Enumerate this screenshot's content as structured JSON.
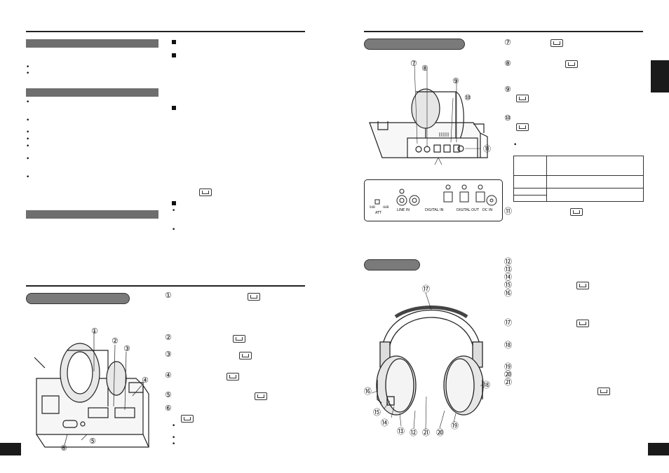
{
  "left_page": {
    "bullets_top": [
      "•",
      "•"
    ],
    "bullets_middle": [
      "•",
      "•",
      "•",
      "•",
      "•",
      "•"
    ],
    "bullets_right": [
      "•",
      "•"
    ],
    "callouts": [
      "①",
      "②",
      "③",
      "④",
      "⑤",
      "⑥"
    ],
    "sub_bullets": [
      "•",
      "•",
      "•"
    ]
  },
  "right_page": {
    "callouts_back": [
      "⑦",
      "⑧",
      "⑨",
      "⑩",
      "⑪"
    ],
    "callouts_phone": [
      "⑫",
      "⑬",
      "⑭",
      "⑮",
      "⑯",
      "⑰",
      "⑱",
      "⑲",
      "⑳",
      "㉑"
    ],
    "back_panel": {
      "att_label": "ATT",
      "att_low": "0dB",
      "att_high": "-6dB",
      "line_in": "LINE IN",
      "digital_in": "DIGITAL IN",
      "digital_out": "DIGITAL OUT",
      "dc_in": "DC IN"
    },
    "bullet": "•"
  }
}
